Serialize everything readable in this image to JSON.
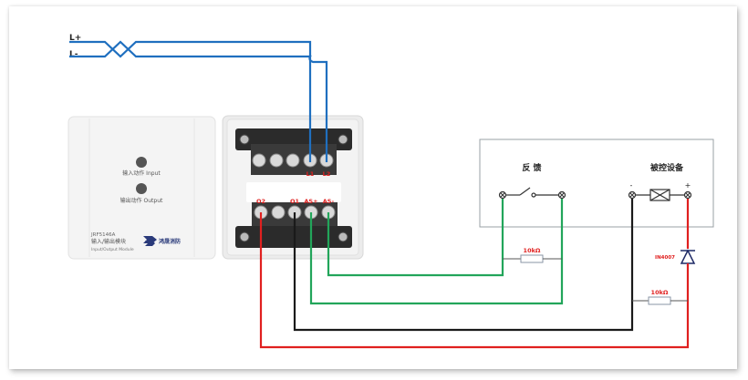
{
  "bus": {
    "positive_label": "L+",
    "negative_label": "L-",
    "wire_color": "#1f6fbf"
  },
  "module_front": {
    "led_input_label": "输入动作 Input",
    "led_output_label": "输出动作 Output",
    "model": "JRF5146A",
    "name_cn": "输入/输出模块",
    "name_en": "Input/Output Module",
    "brand": "鸿晟消防"
  },
  "module_back": {
    "top_terminals": [
      "",
      "",
      "",
      "L1",
      "L2"
    ],
    "bottom_terminals": [
      "O2",
      "",
      "O1",
      "AS+",
      "AS-"
    ],
    "terminal_label_color": "#e0201f"
  },
  "feedback": {
    "title": "反 馈",
    "resistor_label": "10kΩ",
    "wire_color": "#22a55a"
  },
  "controlled_device": {
    "title": "被控设备",
    "minus_label": "-",
    "plus_label": "+",
    "diode_label": "IN4007",
    "resistor_label": "10kΩ",
    "plus_wire_color": "#e0201f",
    "minus_wire_color": "#1a1a1a"
  }
}
